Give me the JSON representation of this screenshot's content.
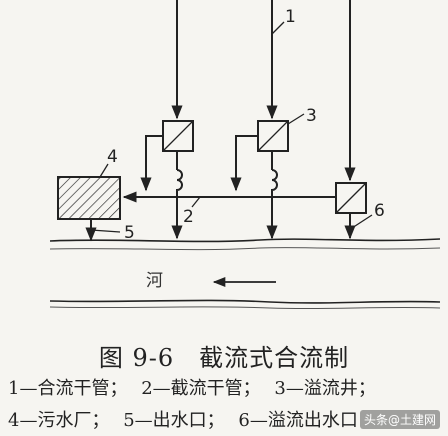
{
  "diagram": {
    "labels": {
      "l1": "1",
      "l2": "2",
      "l3": "3",
      "l4": "4",
      "l5": "5",
      "l6": "6",
      "river": "河"
    }
  },
  "caption": "图 9-6　截流式合流制",
  "legend": {
    "row1": [
      "1—合流干管；",
      "2—截流干管；",
      "3—溢流井；"
    ],
    "row2": [
      "4—污水厂；",
      "5—出水口；",
      "6—溢流出水口"
    ]
  },
  "watermark": "头条@土建网"
}
